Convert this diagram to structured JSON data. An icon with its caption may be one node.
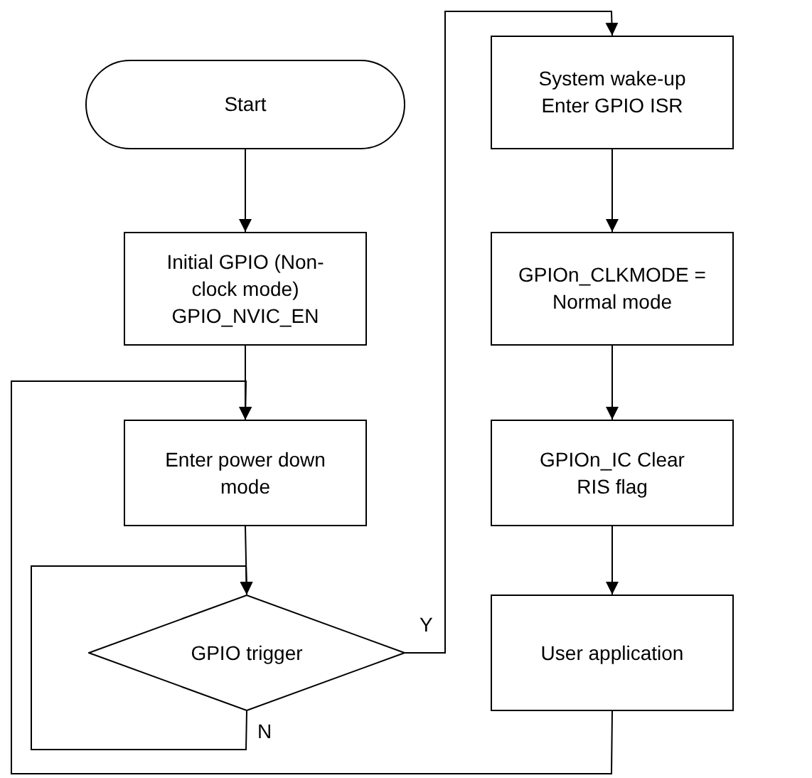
{
  "diagram": {
    "nodes": [
      {
        "text": [
          "Start"
        ]
      },
      {
        "text": [
          "Initial GPIO (Non-clock mode) GPIO_NVIC_EN"
        ]
      },
      {
        "text": [
          "Enter power down mode"
        ]
      },
      {
        "text": [
          "GPIO trigger"
        ]
      },
      {
        "text": [
          "System wake-up Enter GPIO ISR"
        ]
      },
      {
        "text": [
          "GPIOn_CLKMODE = Normal mode"
        ]
      },
      {
        "text": [
          "GPIOn_IC Clear RIS flag"
        ]
      },
      {
        "text": [
          "User application"
        ]
      }
    ],
    "edges": [
      {
        "from": 0,
        "to": 1,
        "arrow": "to"
      },
      {
        "from": 1,
        "to": 2,
        "arrow": "to"
      },
      {
        "from": 2,
        "to": 3,
        "arrow": "to"
      },
      {
        "from": 3,
        "to": 4,
        "arrow": "to",
        "label": "Y"
      },
      {
        "from": 3,
        "to": 3,
        "arrow": "to",
        "label": "N"
      },
      {
        "from": 4,
        "to": 5,
        "arrow": "to"
      },
      {
        "from": 5,
        "to": 6,
        "arrow": "to"
      },
      {
        "from": 6,
        "to": 7,
        "arrow": "to"
      },
      {
        "from": 7,
        "to": 2,
        "arrow": "to"
      }
    ]
  }
}
